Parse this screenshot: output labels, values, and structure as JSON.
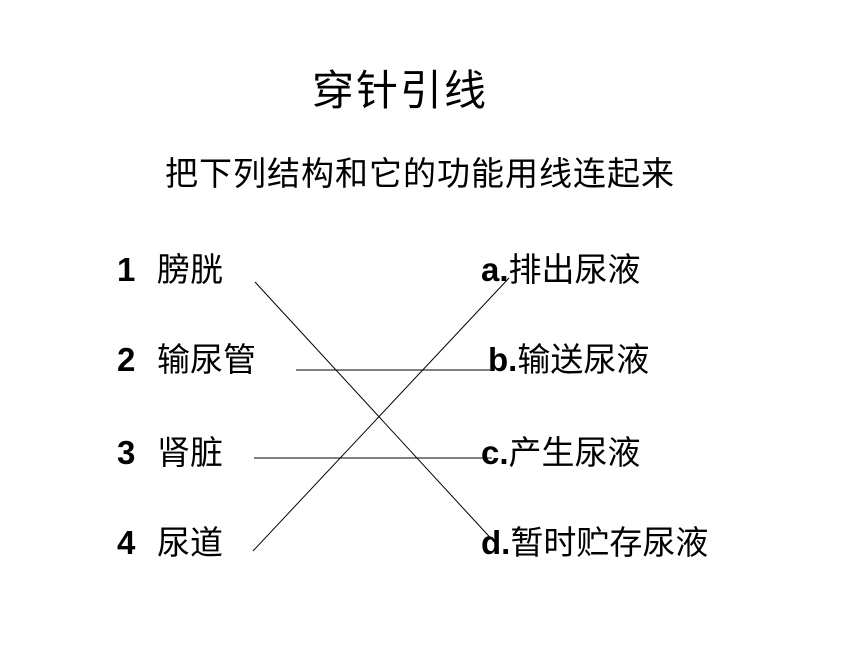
{
  "title": "穿针引线",
  "instruction": "把下列结构和它的功能用线连起来",
  "structures": [
    {
      "number": "1",
      "name": "膀胱"
    },
    {
      "number": "2",
      "name": "输尿管"
    },
    {
      "number": "3",
      "name": "肾脏"
    },
    {
      "number": "4",
      "name": "尿道"
    }
  ],
  "functions": [
    {
      "letter": "a.",
      "text": "排出尿液"
    },
    {
      "letter": "b.",
      "text": "输送尿液"
    },
    {
      "letter": "c.",
      "text": "产生尿液"
    },
    {
      "letter": "d.",
      "text": "暂时贮存尿液"
    }
  ],
  "connections": [
    {
      "structure": "1",
      "function": "d."
    },
    {
      "structure": "2",
      "function": "b."
    },
    {
      "structure": "3",
      "function": "c."
    },
    {
      "structure": "4",
      "function": "a."
    }
  ]
}
